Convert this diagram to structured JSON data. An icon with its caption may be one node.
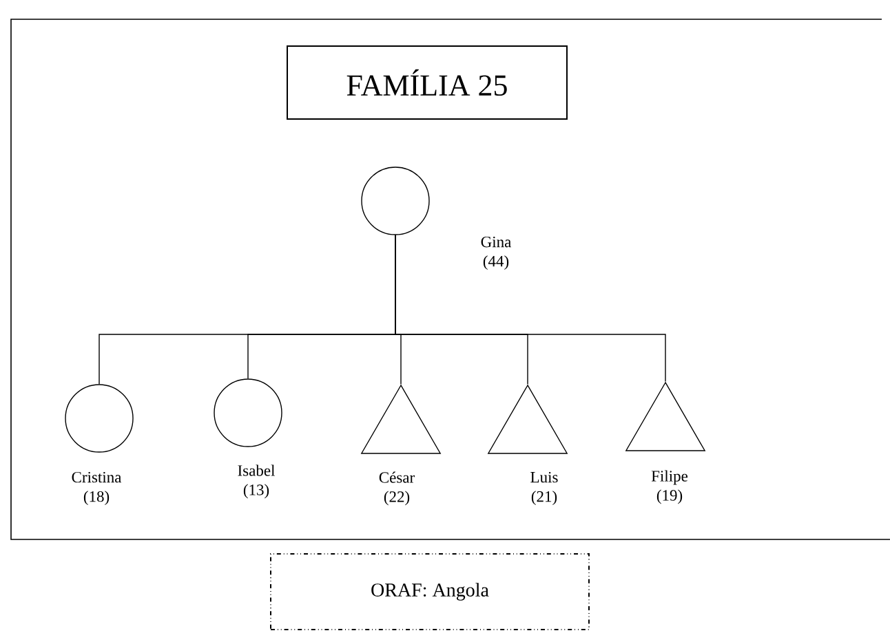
{
  "diagram": {
    "nodes": [
      {
        "text": [
          "FAMÍLIA 25"
        ]
      },
      {
        "text": [],
        "shape": "circle",
        "beside": [
          "Gina (44)"
        ]
      },
      {
        "text": [],
        "shape": "circle",
        "beside": [
          "Cristina (18)"
        ]
      },
      {
        "text": [],
        "shape": "circle",
        "beside": [
          "Isabel (13)"
        ]
      },
      {
        "text": [],
        "shape": "triangle",
        "beside": [
          "César (22)"
        ]
      },
      {
        "text": [],
        "shape": "triangle",
        "beside": [
          "Luis (21)"
        ]
      },
      {
        "text": [],
        "shape": "triangle",
        "beside": [
          "Filipe (19)"
        ]
      },
      {
        "text": [
          "ORAF: Angola"
        ]
      }
    ],
    "edges": [
      {
        "from": 1,
        "to": 2,
        "arrow": "none"
      },
      {
        "from": 1,
        "to": 3,
        "arrow": "none"
      },
      {
        "from": 1,
        "to": 4,
        "arrow": "none"
      },
      {
        "from": 1,
        "to": 5,
        "arrow": "none"
      },
      {
        "from": 1,
        "to": 6,
        "arrow": "none"
      }
    ]
  }
}
